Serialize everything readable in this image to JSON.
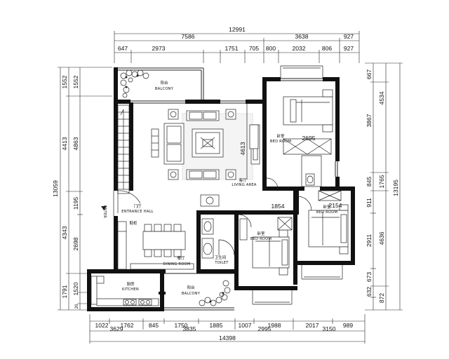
{
  "dims": {
    "top_total": "12991",
    "top_a": "7586",
    "top_b": "3638",
    "top_c": "927",
    "top_row": [
      "647",
      "2973",
      "1751",
      "705",
      "800",
      "2032",
      "806",
      "927"
    ],
    "bottom_row1": [
      "1022",
      "1762",
      "845",
      "1750",
      "1885",
      "1007",
      "1988",
      "2017",
      "989"
    ],
    "bottom_row2": [
      "3629",
      "3835",
      "2995",
      "3150"
    ],
    "bottom_total": "14398",
    "left_outer": [
      "13059"
    ],
    "left_mid": [
      "1552",
      "4413",
      "4343",
      "1791"
    ],
    "left_inner": [
      "1552",
      "4863",
      "1195",
      "2698",
      "1520",
      "20"
    ],
    "right_inner": [
      "667",
      "3867",
      "845",
      "911",
      "2911",
      "673",
      "632"
    ],
    "right_mid": [
      "4534",
      "1765",
      "4636",
      "872"
    ],
    "right_outer": [
      "13195"
    ],
    "inner": [
      "4613",
      "2695",
      "1854",
      "2154"
    ]
  },
  "rooms": {
    "balcony_top_cn": "阳台",
    "balcony_top": "BALCONY",
    "living_cn": "客厅",
    "living": "LIVING AREA",
    "bed1_cn": "卧室",
    "bed1": "BED ROOM",
    "entrance_cn": "门厅",
    "entrance": "ENTRANCE HALL",
    "enter": "ENTER",
    "dining_cn": "餐厅",
    "dining": "DINING ROOM",
    "toilet_cn": "卫生间",
    "toilet": "TOILET",
    "bed2_cn": "卧室",
    "bed2": "BED ROOM",
    "bed3_cn": "卧室",
    "bed3": "BED ROOM",
    "kitchen_cn": "厨房",
    "kitchen": "KITCHEN",
    "balcony_bot_cn": "阳台",
    "balcony_bot": "BALCONY",
    "cabinet_cn": "鞋柜"
  }
}
